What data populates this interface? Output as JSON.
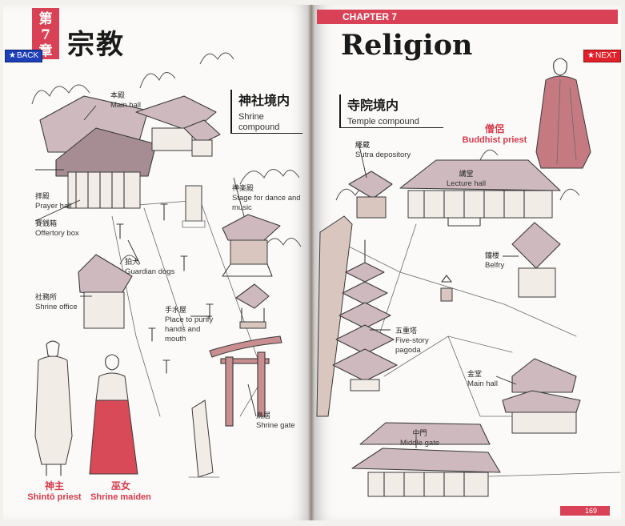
{
  "left_page": {
    "chapter_kanji": [
      "第",
      "7",
      "章"
    ],
    "title_jp": "宗教",
    "section": {
      "jp": "神社境内",
      "en": [
        "Shrine",
        "compound"
      ]
    },
    "labels": {
      "main_hall": {
        "jp": "本殿",
        "en": "Main hall"
      },
      "prayer_hall": {
        "jp": "拝殿",
        "en": "Prayer hall"
      },
      "offertory_box": {
        "jp": "賽銭箱",
        "en": "Offertory box"
      },
      "stage": {
        "jp": "神楽殿",
        "en": "Stage for dance and music"
      },
      "guardian_dogs": {
        "jp": "狛犬",
        "en": "Guardian dogs"
      },
      "shrine_office": {
        "jp": "社務所",
        "en": "Shrine office"
      },
      "purify": {
        "jp": "手水屋",
        "en": "Place to purify hands and mouth"
      },
      "shrine_gate": {
        "jp": "鳥居",
        "en": "Shrine gate"
      }
    },
    "people": {
      "shinto_priest": {
        "jp": "神主",
        "en": "Shintō priest"
      },
      "shrine_maiden": {
        "jp": "巫女",
        "en": "Shrine maiden"
      }
    }
  },
  "right_page": {
    "chapter": "CHAPTER 7",
    "title_en": "Religion",
    "section": {
      "jp": "寺院境内",
      "en": "Temple compound"
    },
    "labels": {
      "sutra": {
        "jp": "経蔵",
        "en": "Sutra depository"
      },
      "lecture_hall": {
        "jp": "講堂",
        "en": "Lecture hall"
      },
      "belfry": {
        "jp": "鐘楼",
        "en": "Belfry"
      },
      "pagoda": {
        "jp": "五重塔",
        "en": "Five-story pagoda"
      },
      "main_hall": {
        "jp": "金堂",
        "en": "Main hall"
      },
      "middle_gate": {
        "jp": "中門",
        "en": "Middle gate"
      }
    },
    "people": {
      "buddhist_priest": {
        "jp": "僧侶",
        "en": "Buddhist priest"
      }
    },
    "page_number": "169"
  },
  "nav": {
    "back": "BACK",
    "next": "NEXT",
    "star": "★"
  },
  "colors": {
    "accent": "#d94256",
    "back_button": "#1d3fb8",
    "next_button": "#e0202a"
  }
}
